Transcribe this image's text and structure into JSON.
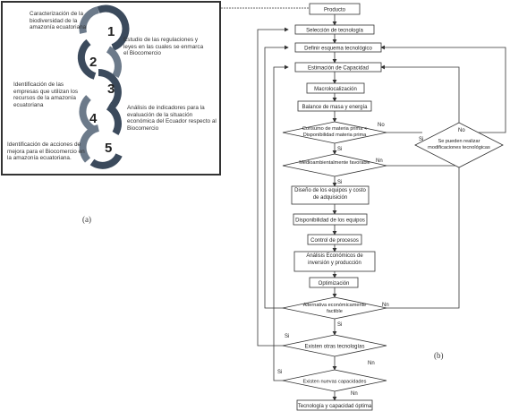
{
  "panel_a": {
    "label": "(a)",
    "steps": [
      {
        "number": "1",
        "text": "Caracterización de la biodiversidad de la amazonía ecuatoriana"
      },
      {
        "number": "2",
        "text": "Estudio de las regulaciones y leyes en las cuales se enmarca el Biocomercio"
      },
      {
        "number": "3",
        "text": "Identificación de las empresas que utilizan los recursos de la amazonía ecuatoriana"
      },
      {
        "number": "4",
        "text": "Análisis de indicadores para la evaluación de la situación económica del Ecuador respecto al Biocomercio"
      },
      {
        "number": "5",
        "text": "Identificación de acciones de mejora para el Biocomercio en la amazonía ecuatoriana."
      }
    ]
  },
  "panel_b": {
    "label": "(b)",
    "boxes": {
      "producto": "Producto",
      "seleccion": "Selección de tecnología",
      "esquema": "Definir esquema tecnológico",
      "capacidad": "Estimación de Capacidad",
      "macro": "Macrolocalización",
      "balance": "Balance de masa y energía",
      "diseno": "Diseño de los equipos y costo de adquisición",
      "disponibilidad": "Disponibilidad de los equipos",
      "control": "Control de procesos",
      "analisis": "Análisis Económicos de inversión y producción",
      "optimizacion": "Optimización",
      "final": "Tecnología y capacidad óptima"
    },
    "decisions": {
      "consumo": "Consumo de materia prima < Disponibilidad materia prima",
      "medio": "Medioambientalmente favorable",
      "modificaciones": "Se pueden realizar modificaciones tecnológicas",
      "alternativa": "Alternativa económicamente factible",
      "otras": "Existen otras tecnologías",
      "nuevas": "Existen nuevas capacidades"
    },
    "edge_labels": {
      "si": "Si",
      "no": "No",
      "nn": "Nn"
    }
  }
}
